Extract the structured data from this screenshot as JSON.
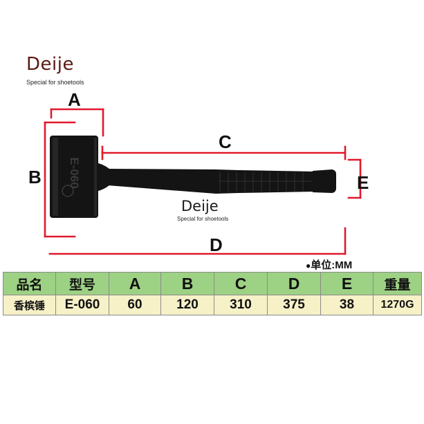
{
  "brand": {
    "name": "Deije",
    "tagline": "Special for shoetools"
  },
  "product": {
    "model_stamp": "E-060"
  },
  "dimensions": {
    "A": "A",
    "B": "B",
    "C": "C",
    "D": "D",
    "E": "E"
  },
  "unit_note": "单位:MM",
  "colors": {
    "dimension_line": "#e0192b",
    "table_header_bg": "#9dd184",
    "table_row_bg": "#f7f1c8",
    "brand_color": "#5a1a12"
  },
  "table": {
    "headers": [
      "品名",
      "型号",
      "A",
      "B",
      "C",
      "D",
      "E",
      "重量"
    ],
    "row": [
      "香槟锤",
      "E-060",
      "60",
      "120",
      "310",
      "375",
      "38",
      "1270G"
    ]
  }
}
